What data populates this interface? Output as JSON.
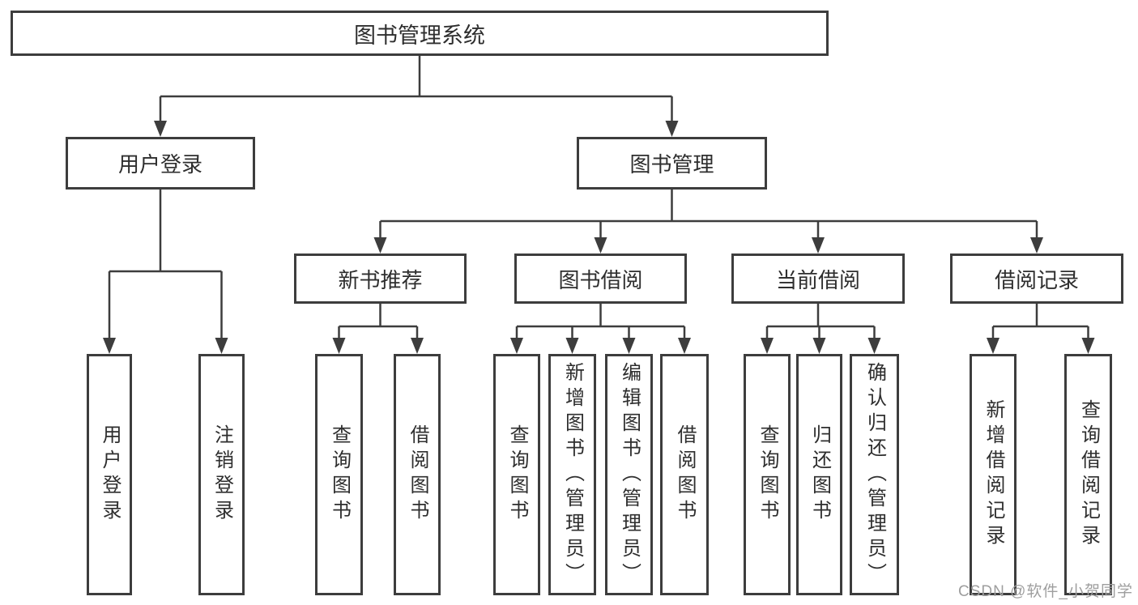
{
  "tree": {
    "label": "图书管理系统",
    "children": [
      {
        "label": "用户登录",
        "children": [
          {
            "label": "用户登录"
          },
          {
            "label": "注销登录"
          }
        ]
      },
      {
        "label": "图书管理",
        "children": [
          {
            "label": "新书推荐",
            "children": [
              {
                "label": "查询图书"
              },
              {
                "label": "借阅图书"
              }
            ]
          },
          {
            "label": "图书借阅",
            "children": [
              {
                "label": "查询图书"
              },
              {
                "label": "新增图书（管理员）"
              },
              {
                "label": "编辑图书（管理员）"
              },
              {
                "label": "借阅图书"
              }
            ]
          },
          {
            "label": "当前借阅",
            "children": [
              {
                "label": "查询图书"
              },
              {
                "label": "归还图书"
              },
              {
                "label": "确认归还（管理员）"
              }
            ]
          },
          {
            "label": "借阅记录",
            "children": [
              {
                "label": "新增借阅记录"
              },
              {
                "label": "查询借阅记录"
              }
            ]
          }
        ]
      }
    ]
  },
  "watermark": {
    "text": "CSDN @软件_小贺同学"
  },
  "colors": {
    "line": "#3d3d3d",
    "text": "#2e2e2e",
    "watermark": "#9e9e9e",
    "background": "#ffffff"
  }
}
